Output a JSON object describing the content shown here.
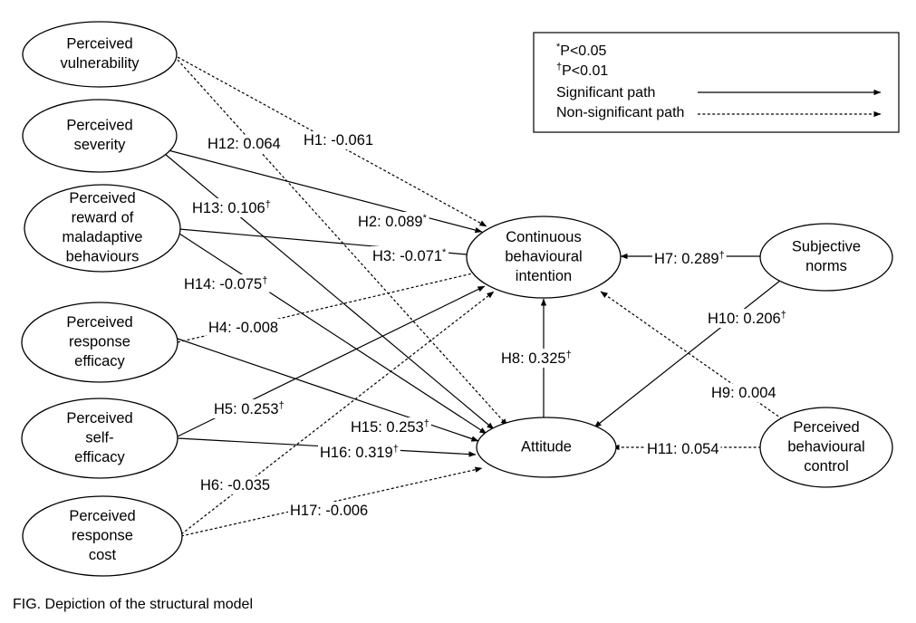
{
  "caption": "FIG. Depiction of the structural model",
  "legend": {
    "items": [
      {
        "mark": "*",
        "text": "P<0.05"
      },
      {
        "mark": "†",
        "text": "P<0.01"
      },
      {
        "mark": "",
        "text": "Significant path",
        "line": "solid"
      },
      {
        "mark": "",
        "text": "Non-significant path",
        "line": "dashed"
      }
    ]
  },
  "nodes": {
    "vulnerability": {
      "lines": [
        "Perceived",
        "vulnerability"
      ]
    },
    "severity": {
      "lines": [
        "Perceived",
        "severity"
      ]
    },
    "reward": {
      "lines": [
        "Perceived",
        "reward of",
        "maladaptive",
        "behaviours"
      ]
    },
    "response_efficacy": {
      "lines": [
        "Perceived",
        "response",
        "efficacy"
      ]
    },
    "self_efficacy": {
      "lines": [
        "Perceived",
        "self-",
        "efficacy"
      ]
    },
    "response_cost": {
      "lines": [
        "Perceived",
        "response",
        "cost"
      ]
    },
    "intention": {
      "lines": [
        "Continuous",
        "behavioural",
        "intention"
      ]
    },
    "attitude": {
      "lines": [
        "Attitude"
      ]
    },
    "subjective_norms": {
      "lines": [
        "Subjective",
        "norms"
      ]
    },
    "pbc": {
      "lines": [
        "Perceived",
        "behavioural",
        "control"
      ]
    }
  },
  "paths": [
    {
      "id": "H1",
      "text": "H1: -0.061",
      "mark": "",
      "significant": false
    },
    {
      "id": "H2",
      "text": "H2: 0.089",
      "mark": "*",
      "significant": true
    },
    {
      "id": "H3",
      "text": "H3: -0.071",
      "mark": "*",
      "significant": true
    },
    {
      "id": "H4",
      "text": "H4: -0.008",
      "mark": "",
      "significant": false
    },
    {
      "id": "H5",
      "text": "H5: 0.253",
      "mark": "†",
      "significant": true
    },
    {
      "id": "H6",
      "text": "H6: -0.035",
      "mark": "",
      "significant": false
    },
    {
      "id": "H7",
      "text": "H7: 0.289",
      "mark": "†",
      "significant": true
    },
    {
      "id": "H8",
      "text": "H8: 0.325",
      "mark": "†",
      "significant": true
    },
    {
      "id": "H9",
      "text": "H9: 0.004",
      "mark": "",
      "significant": false
    },
    {
      "id": "H10",
      "text": "H10: 0.206",
      "mark": "†",
      "significant": true
    },
    {
      "id": "H11",
      "text": "H11: 0.054",
      "mark": "",
      "significant": false
    },
    {
      "id": "H12",
      "text": "H12: 0.064",
      "mark": "",
      "significant": false
    },
    {
      "id": "H13",
      "text": "H13: 0.106",
      "mark": "†",
      "significant": true
    },
    {
      "id": "H14",
      "text": "H14: -0.075",
      "mark": "†",
      "significant": true
    },
    {
      "id": "H15",
      "text": "H15: 0.253",
      "mark": "†",
      "significant": true
    },
    {
      "id": "H16",
      "text": "H16: 0.319",
      "mark": "†",
      "significant": true
    },
    {
      "id": "H17",
      "text": "H17: -0.006",
      "mark": "",
      "significant": false
    }
  ]
}
